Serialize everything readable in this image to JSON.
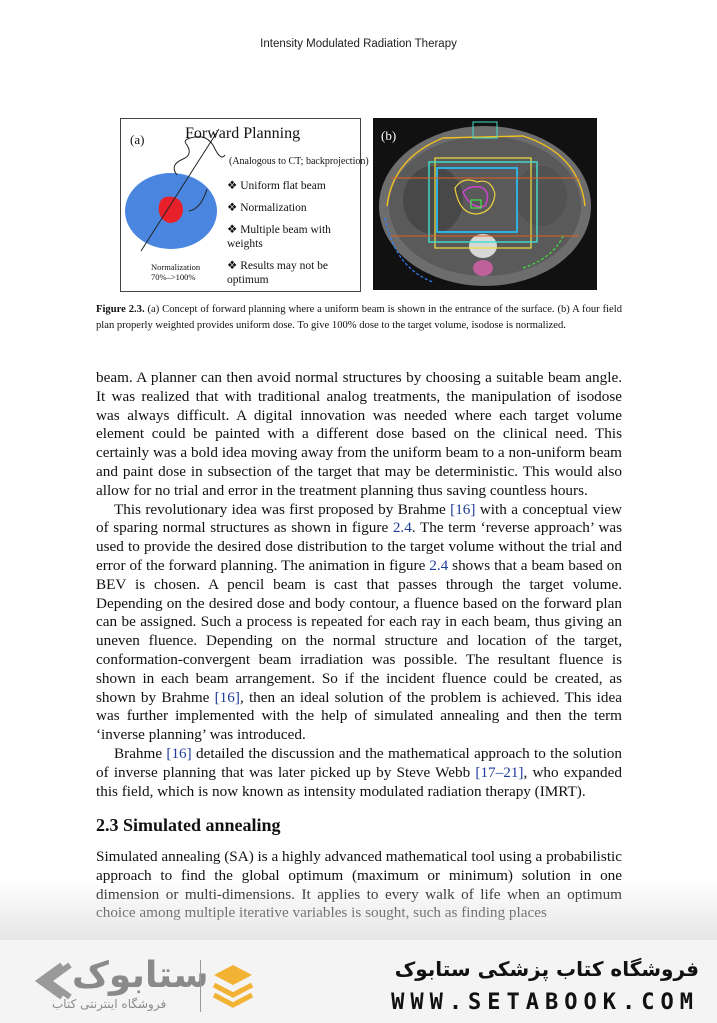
{
  "running_head": "Intensity Modulated Radiation Therapy",
  "figure": {
    "panel_a": {
      "label": "(a)",
      "title": "Forward Planning",
      "analog_note": "(Analogous to CT; backprojection)",
      "bullets": [
        "Uniform flat beam",
        "Normalization",
        "Multiple beam with weights",
        "Results may not be optimum"
      ],
      "norm_line1": "Normalization",
      "norm_line2": "70%–>100%"
    },
    "panel_b": {
      "label": "(b)"
    },
    "caption_label": "Figure 2.3.",
    "caption_text": "(a) Concept of forward planning where a uniform beam is shown in the entrance of the surface. (b) A four field plan properly weighted provides uniform dose. To give 100% dose to the target volume, isodose is normalized."
  },
  "paragraphs": {
    "p1": "beam. A planner can then avoid normal structures by choosing a suitable beam angle. It was realized that with traditional analog treatments, the manipulation of isodose was always difficult. A digital innovation was needed where each target volume element could be painted with a different dose based on the clinical need. This certainly was a bold idea moving away from the uniform beam to a non-uniform beam and paint dose in subsection of the target that may be deterministic. This would also allow for no trial and error in the treatment planning thus saving countless hours.",
    "p2a": "This revolutionary idea was first proposed by Brahme ",
    "p2_ref1": "[16]",
    "p2b": " with a conceptual view of sparing normal structures as shown in figure ",
    "p2_ref2": "2.4",
    "p2c": ". The term ‘reverse approach’ was used to provide the desired dose distribution to the target volume without the trial and error of the forward planning. The animation in figure ",
    "p2_ref3": "2.4",
    "p2d": " shows that a beam based on BEV is chosen. A pencil beam is cast that passes through the target volume. Depending on the desired dose and body contour, a fluence based on the forward plan can be assigned. Such a process is repeated for each ray in each beam, thus giving an uneven fluence. Depending on the normal structure and location of the target, conformation-convergent beam irradiation was possible. The resultant fluence is shown in each beam arrangement. So if the incident fluence could be created, as shown by Brahme ",
    "p2_ref4": "[16]",
    "p2e": ", then an ideal solution of the problem is achieved. This idea was further implemented with the help of simulated annealing and then the term ‘inverse planning’ was introduced.",
    "p3a": "Brahme ",
    "p3_ref1": "[16]",
    "p3b": " detailed the discussion and the mathematical approach to the solution of inverse planning that was later picked up by Steve Webb ",
    "p3_ref2": "[17–21]",
    "p3c": ", who expanded this field, which is now known as intensity modulated radiation therapy (IMRT).",
    "heading": "2.3 Simulated annealing",
    "p4": "Simulated annealing (SA) is a highly advanced mathematical tool using a probabilistic approach to find the global optimum (maximum or minimum) solution in one dimension or multi-dimensions. It applies to every walk of life when an optimum choice among multiple iterative variables is sought, such as finding places"
  },
  "footer": {
    "logo_text": "ستابوک",
    "logo_sub": "فروشگاه اینترنتی کتاب",
    "store_name": "فروشگاه کتاب پزشکی ستابوک",
    "url": "WWW.SETABOOK.COM"
  },
  "colors": {
    "ref_link": "#1f3d99",
    "beam_ellipse": "#4a86e0",
    "target": "#e8202a"
  }
}
